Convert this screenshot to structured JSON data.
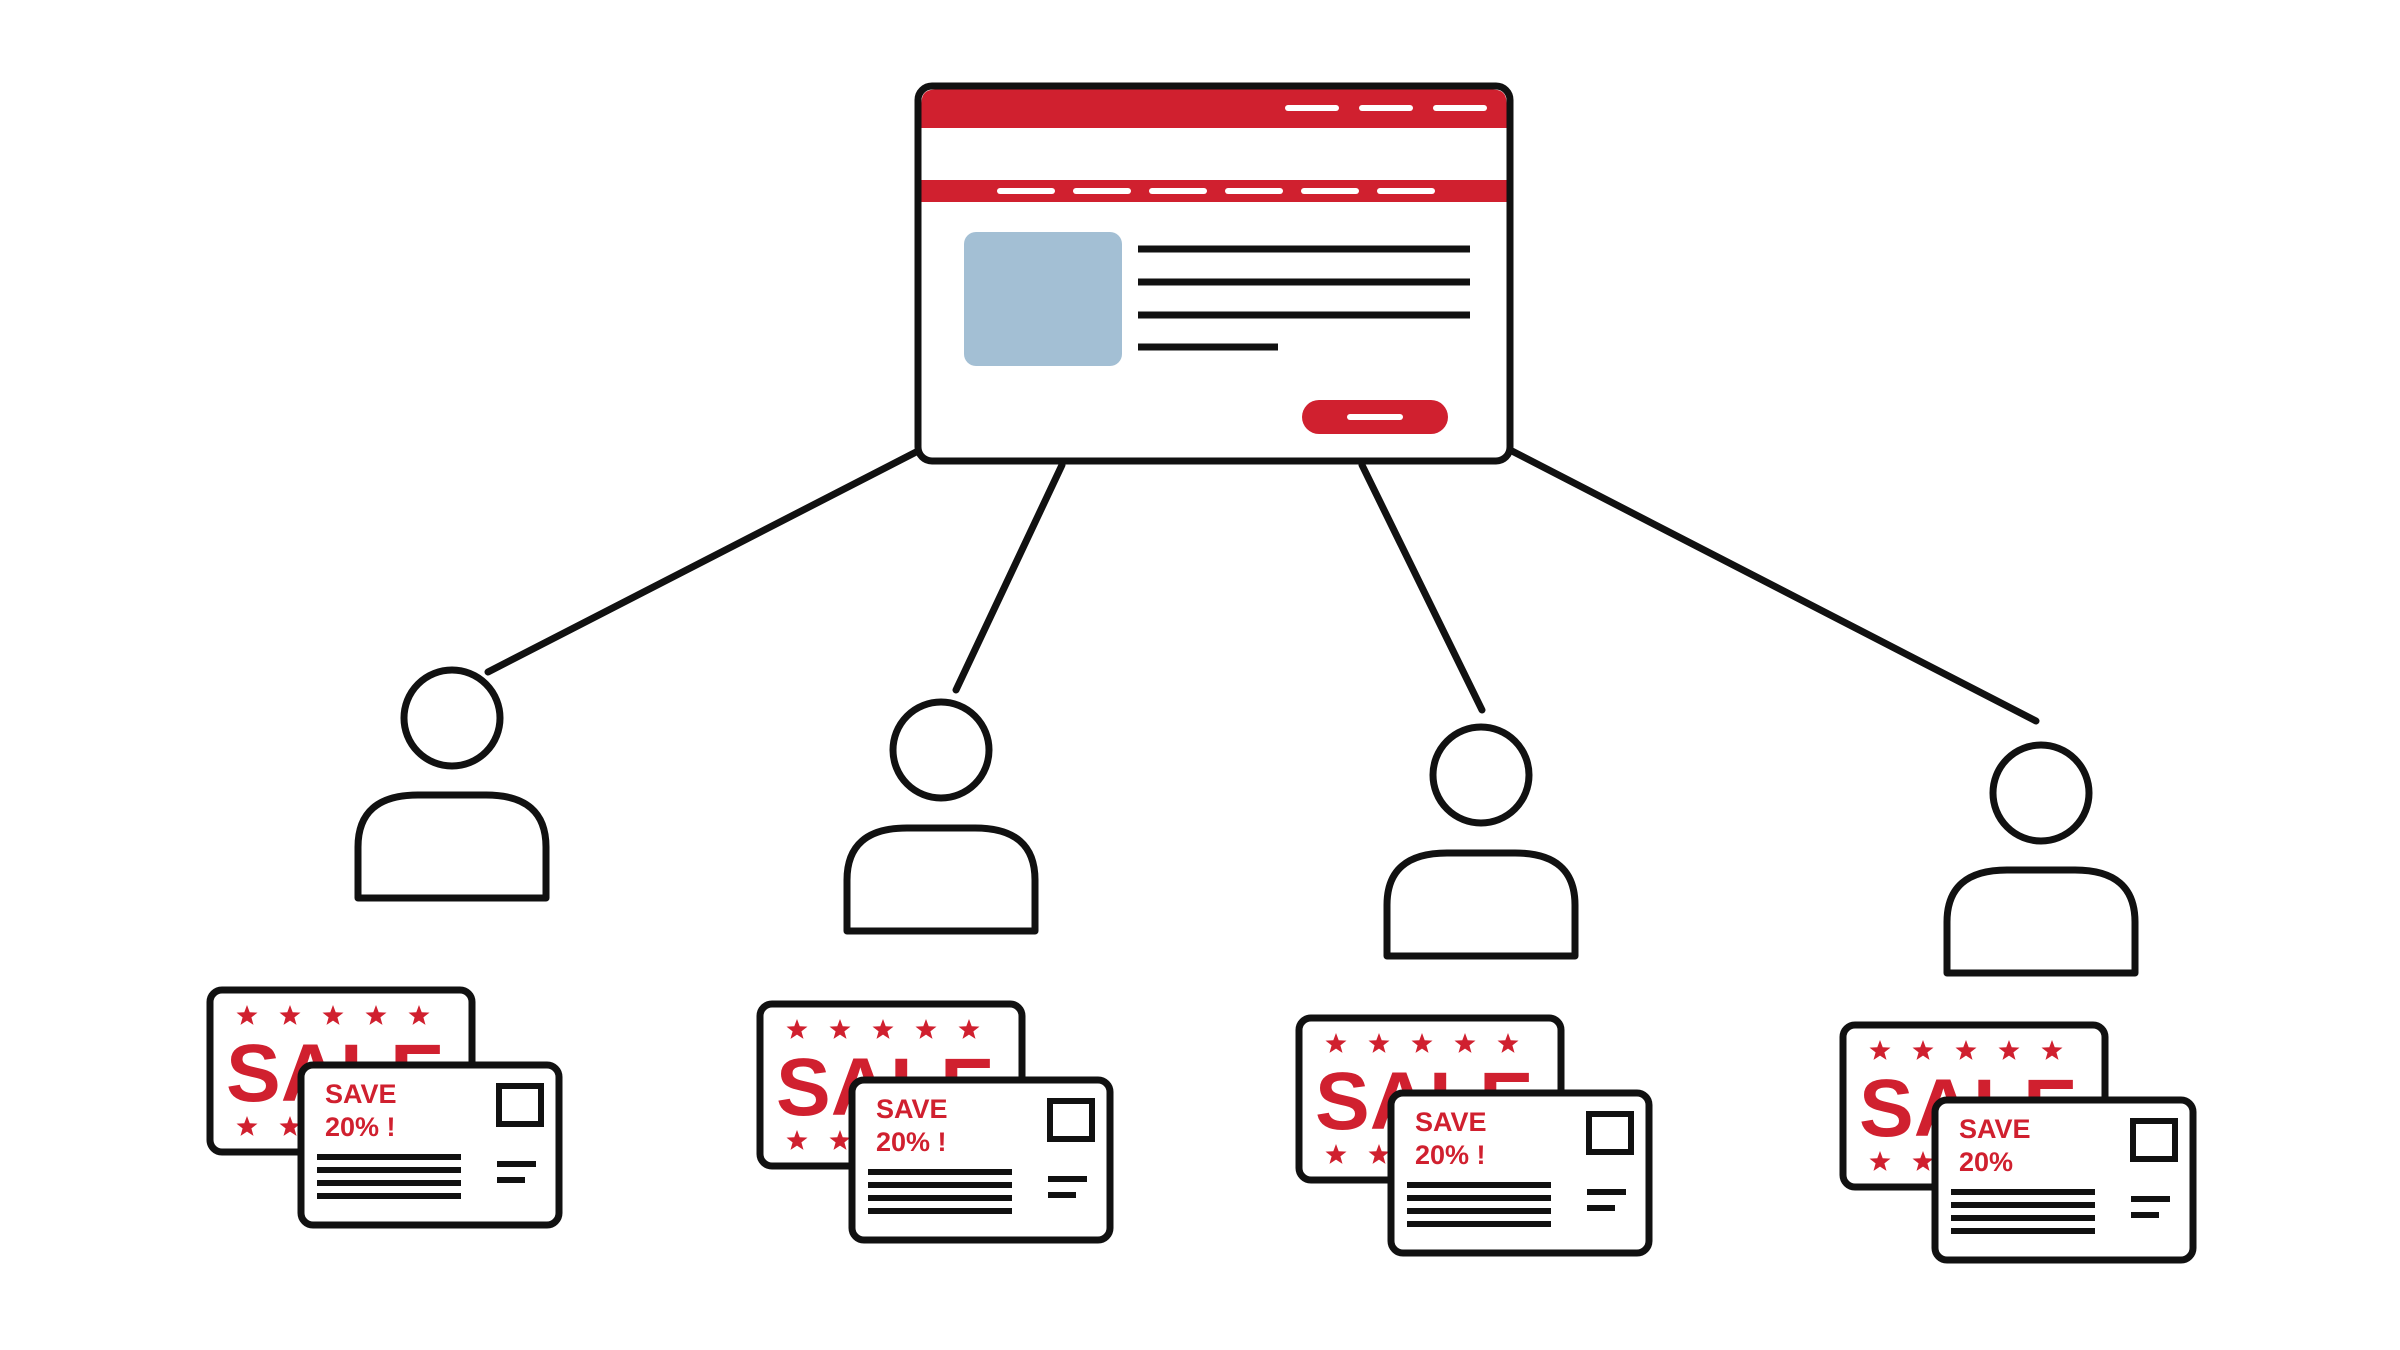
{
  "colors": {
    "accent": "#d0202f",
    "image_placeholder": "#a3bfd4",
    "stroke": "#111111",
    "background": "#ffffff"
  },
  "website": {
    "icon": "webpage-mockup-icon"
  },
  "users": [
    {
      "icon": "user-icon",
      "card": {
        "sale_text": "SALE",
        "save_line1": "SAVE",
        "save_line2": "20% !"
      }
    },
    {
      "icon": "user-icon",
      "card": {
        "sale_text": "SALE",
        "save_line1": "SAVE",
        "save_line2": "20% !"
      }
    },
    {
      "icon": "user-icon",
      "card": {
        "sale_text": "SALE",
        "save_line1": "SAVE",
        "save_line2": "20% !"
      }
    },
    {
      "icon": "user-icon",
      "card": {
        "sale_text": "SALE",
        "save_line1": "SAVE",
        "save_line2": "20%"
      }
    }
  ]
}
